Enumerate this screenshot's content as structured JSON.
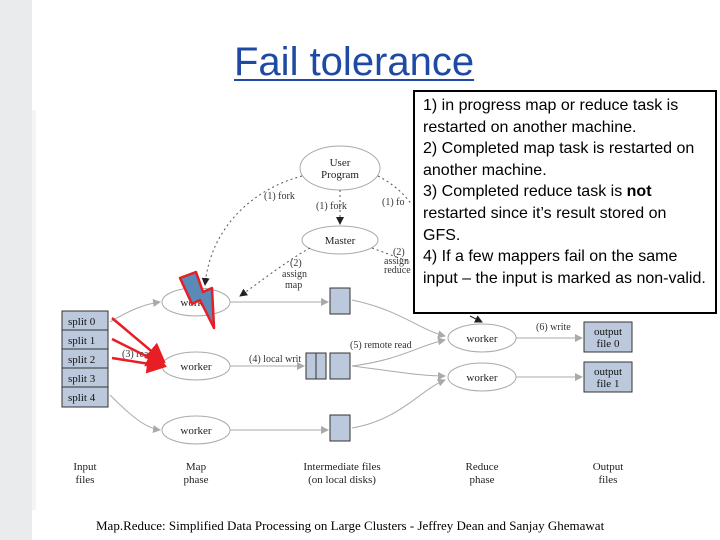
{
  "slide": {
    "title": "Fail tolerance",
    "footer": "Map.Reduce: Simplified Data Processing on Large Clusters - Jeffrey Dean and Sanjay Ghemawat"
  },
  "callout": {
    "line1": "1) in progress map or reduce task is restarted on another machine.",
    "line2": "2) Completed map task is restarted on another machine.",
    "line3_pre": "3) Completed reduce task is ",
    "line3_bold": "not",
    "line3_post": " restarted since it’s result stored on GFS.",
    "line4": "4) If a few mappers fail on the same input – the input is marked as non-valid."
  },
  "diagram": {
    "user_program": [
      "User",
      "Program"
    ],
    "master": "Master",
    "fork_left": "(1) fork",
    "fork_mid": "(1) fork",
    "fork_right": "(1) fo",
    "assign_map": [
      "(2)",
      "assign",
      "map"
    ],
    "assign_reduce": [
      "(2)",
      "assign",
      "reduce"
    ],
    "worker": "worker",
    "splits": [
      "split 0",
      "split 1",
      "split 2",
      "split 3",
      "split 4"
    ],
    "read": "(3) rea",
    "local_write": "(4) local writ",
    "remote_read": "(5) remote read",
    "write": "(6) write",
    "output0": [
      "output",
      "file 0"
    ],
    "output1": [
      "output",
      "file 1"
    ],
    "phases": {
      "input": [
        "Input",
        "files"
      ],
      "map": [
        "Map",
        "phase"
      ],
      "intermediate": [
        "Intermediate files",
        "(on local disks)"
      ],
      "reduce": [
        "Reduce",
        "phase"
      ],
      "output": [
        "Output",
        "files"
      ]
    },
    "colors": {
      "box_fill": "#bcc9dc",
      "arrow_red": "#e81e25",
      "bolt_fill": "#5a8ab7",
      "bolt_outline": "#e81e25"
    }
  }
}
